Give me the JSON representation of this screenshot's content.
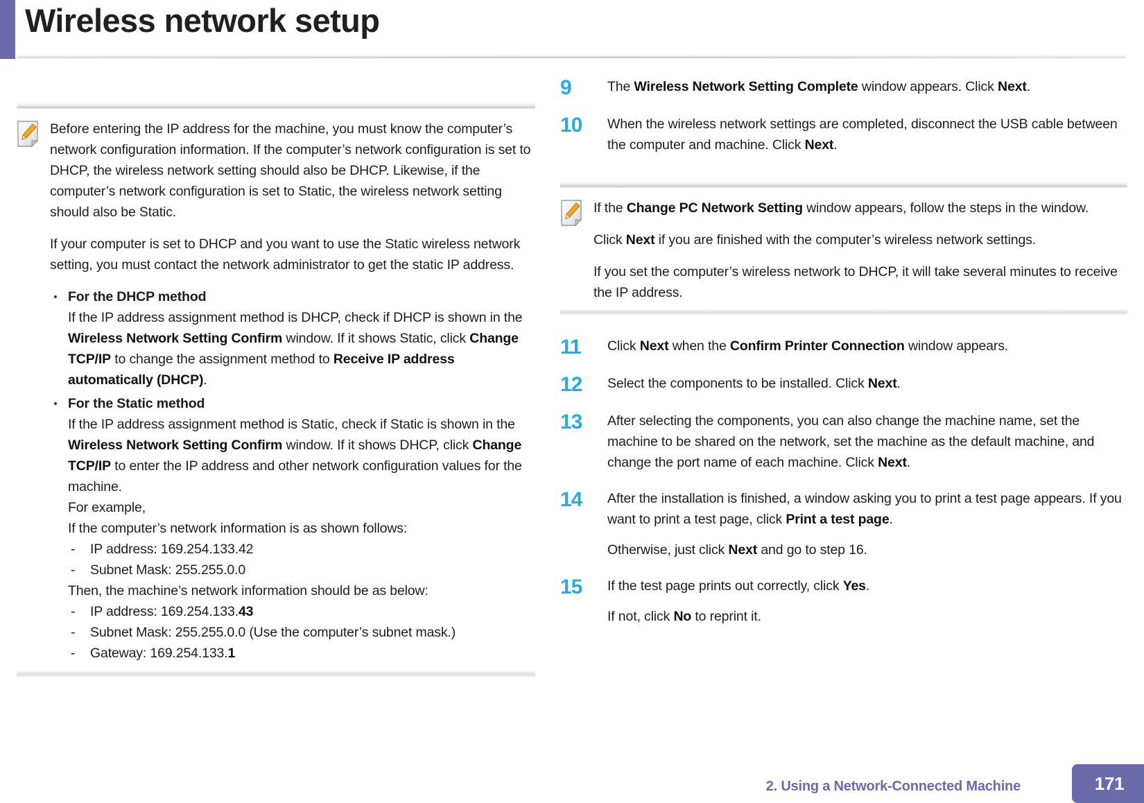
{
  "header": {
    "title": "Wireless network setup",
    "accent_color": "#6b6bac"
  },
  "theme": {
    "step_number_color": "#29abe2",
    "footer_purple": "#6b6bac",
    "body_text_color": "#1d1d1d"
  },
  "left_column": {
    "note": {
      "icon": "note-pencil-icon",
      "paragraphs": [
        "Before entering the IP address for the machine, you must know the computer’s network configuration information. If the computer’s network configuration is set to DHCP, the wireless network setting should also be DHCP. Likewise, if the computer’s network configuration is set to Static, the wireless network setting should also be Static.",
        "If your computer is set to DHCP and you want to use the Static wireless network setting, you must contact the network administrator to get the static IP address."
      ],
      "bullets": [
        {
          "heading": "For the DHCP method",
          "body_runs": [
            {
              "text": "If the IP address assignment method is DHCP, check if DHCP is shown in the ",
              "bold": false
            },
            {
              "text": "Wireless Network Setting Confirm",
              "bold": true
            },
            {
              "text": " window. If it shows Static, click ",
              "bold": false
            },
            {
              "text": "Change TCP/IP",
              "bold": true
            },
            {
              "text": " to change the assignment method to ",
              "bold": false
            },
            {
              "text": "Receive IP address automatically (DHCP)",
              "bold": true
            },
            {
              "text": ".",
              "bold": false
            }
          ]
        },
        {
          "heading": "For the Static method",
          "body_runs": [
            {
              "text": "If the IP address assignment method is Static, check if Static is shown in the ",
              "bold": false
            },
            {
              "text": "Wireless Network Setting Confirm",
              "bold": true
            },
            {
              "text": " window. If it shows DHCP, click ",
              "bold": false
            },
            {
              "text": "Change TCP/IP",
              "bold": true
            },
            {
              "text": " to enter the IP address and other network configuration values for the machine.",
              "bold": false
            }
          ],
          "extra_lines": [
            "For example,",
            "If the computer’s network information is as shown follows:"
          ],
          "computer_info": [
            {
              "label": "IP address: 169.254.133.42"
            },
            {
              "label": "Subnet Mask: 255.255.0.0"
            }
          ],
          "then_line": "Then, the machine’s network information should be as below:",
          "machine_info": [
            {
              "prefix": "IP address: 169.254.133.",
              "bold_suffix": "43",
              "tail": ""
            },
            {
              "prefix": "Subnet Mask: 255.255.0.0 (Use the computer’s subnet mask.)",
              "bold_suffix": "",
              "tail": ""
            },
            {
              "prefix": "Gateway: 169.254.133.",
              "bold_suffix": "1",
              "tail": ""
            }
          ]
        }
      ]
    }
  },
  "right_column": {
    "steps_top": [
      {
        "number": "9",
        "runs": [
          {
            "text": "The ",
            "bold": false
          },
          {
            "text": "Wireless Network Setting Complete",
            "bold": true
          },
          {
            "text": " window appears. Click ",
            "bold": false
          },
          {
            "text": "Next",
            "bold": true
          },
          {
            "text": ".",
            "bold": false
          }
        ]
      },
      {
        "number": "10",
        "runs": [
          {
            "text": "When the wireless network settings are completed, disconnect the USB cable between the computer and machine. Click ",
            "bold": false
          },
          {
            "text": "Next",
            "bold": true
          },
          {
            "text": ".",
            "bold": false
          }
        ]
      }
    ],
    "note": {
      "icon": "note-pencil-icon",
      "paragraphs": [
        [
          {
            "text": "If the ",
            "bold": false
          },
          {
            "text": "Change PC Network Setting",
            "bold": true
          },
          {
            "text": " window appears, follow the steps in the window.",
            "bold": false
          }
        ],
        [
          {
            "text": "Click ",
            "bold": false
          },
          {
            "text": "Next",
            "bold": true
          },
          {
            "text": " if you are finished with the computer’s wireless network settings.",
            "bold": false
          }
        ],
        [
          {
            "text": "If you set the computer’s wireless network to DHCP, it will take several minutes to receive the IP address.",
            "bold": false
          }
        ]
      ]
    },
    "steps_bottom": [
      {
        "number": "11",
        "runs": [
          {
            "text": "Click ",
            "bold": false
          },
          {
            "text": "Next",
            "bold": true
          },
          {
            "text": " when the ",
            "bold": false
          },
          {
            "text": "Confirm Printer Connection",
            "bold": true
          },
          {
            "text": " window appears.",
            "bold": false
          }
        ]
      },
      {
        "number": "12",
        "runs": [
          {
            "text": "Select the components to be installed. Click ",
            "bold": false
          },
          {
            "text": "Next",
            "bold": true
          },
          {
            "text": ".",
            "bold": false
          }
        ]
      },
      {
        "number": "13",
        "runs": [
          {
            "text": "After selecting the components, you can also change the machine name, set the machine to be shared on the network, set the machine as the default machine, and change the port name of each machine. Click ",
            "bold": false
          },
          {
            "text": "Next",
            "bold": true
          },
          {
            "text": ".",
            "bold": false
          }
        ]
      },
      {
        "number": "14",
        "runs": [
          {
            "text": "After the installation is finished, a window asking you to print a test page appears. If you want to print a test page, click ",
            "bold": false
          },
          {
            "text": "Print a test page",
            "bold": true
          },
          {
            "text": ".",
            "bold": false
          }
        ],
        "runs2": [
          {
            "text": "Otherwise, just click ",
            "bold": false
          },
          {
            "text": "Next",
            "bold": true
          },
          {
            "text": " and go to step 16.",
            "bold": false
          }
        ]
      },
      {
        "number": "15",
        "runs": [
          {
            "text": "If the test page prints out correctly, click ",
            "bold": false
          },
          {
            "text": "Yes",
            "bold": true
          },
          {
            "text": ".",
            "bold": false
          }
        ],
        "runs2": [
          {
            "text": "If not, click ",
            "bold": false
          },
          {
            "text": "No",
            "bold": true
          },
          {
            "text": " to reprint it.",
            "bold": false
          }
        ]
      }
    ]
  },
  "footer": {
    "section_label": "2.  Using a Network-Connected Machine",
    "page_number": "171"
  }
}
